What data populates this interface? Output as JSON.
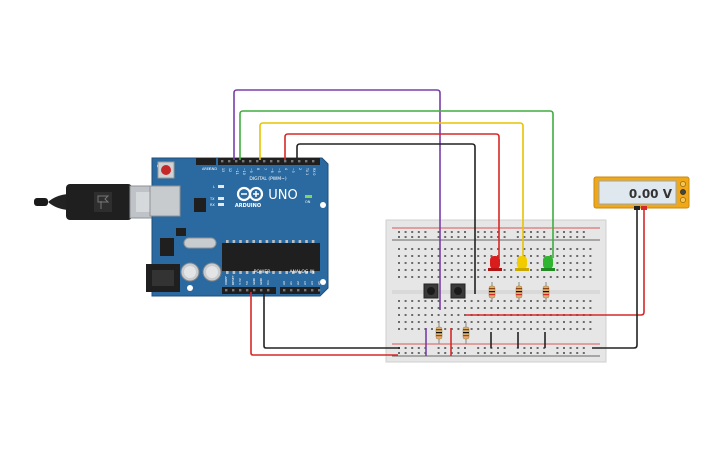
{
  "arduino": {
    "model": "UNO",
    "brand": "ARDUINO",
    "digital_header": "DIGITAL (PWM~)",
    "power_header": "POWER",
    "analog_header": "ANALOG IN",
    "aref": "AREF",
    "gnd": "GND",
    "on_label": "ON",
    "tx_label": "TX",
    "rx_label": "RX",
    "l_label": "L",
    "digital_pins": [
      "13",
      "12",
      "~11",
      "~10",
      "~9",
      "8",
      "7",
      "~6",
      "~5",
      "4",
      "~3",
      "2",
      "TX 1",
      "RX 0"
    ],
    "power_pins": [
      "IOREF",
      "RESET",
      "3.3V",
      "5V",
      "GND",
      "GND",
      "Vin"
    ],
    "analog_pins": [
      "A0",
      "A1",
      "A2",
      "A3",
      "A4",
      "A5"
    ]
  },
  "multimeter": {
    "reading": "0.00 V"
  },
  "colors": {
    "board": "#2b6aa0",
    "board_edge": "#1f4f7a",
    "breadboard": "#e6e6e6",
    "wire_red": "#d62828",
    "wire_black": "#222222",
    "wire_purple": "#7a3ea8",
    "wire_green": "#3fae3f",
    "wire_yellow": "#e8c400",
    "led_red": "#d91c1c",
    "led_yellow": "#f2cc00",
    "led_green": "#2fb52f",
    "meter_body": "#f0a818",
    "meter_screen": "#dfe8ef"
  }
}
